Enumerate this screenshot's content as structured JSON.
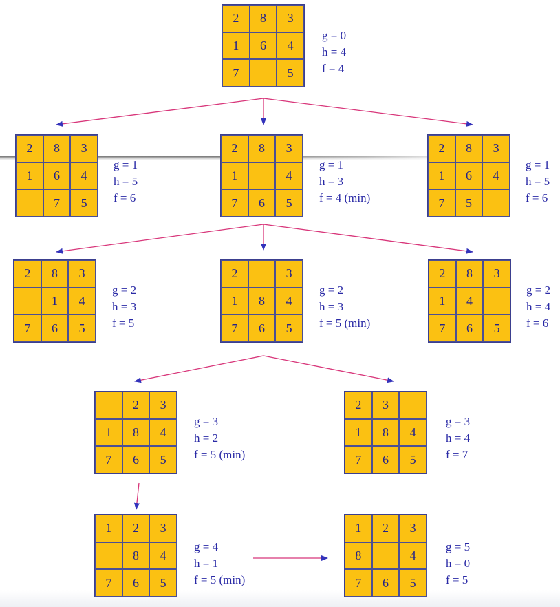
{
  "colors": {
    "tile": "#fbc112",
    "grid_line": "#4b4f95",
    "text": "#2a2aa6",
    "arrow_line": "#d8367a",
    "arrow_head": "#3333bb"
  },
  "states": [
    {
      "id": "s0",
      "tiles": [
        "2",
        "8",
        "3",
        "1",
        "6",
        "4",
        "7",
        "",
        "5"
      ],
      "g": "g = 0",
      "h": "h = 4",
      "f": "f = 4"
    },
    {
      "id": "s1a",
      "tiles": [
        "2",
        "8",
        "3",
        "1",
        "6",
        "4",
        "",
        "7",
        "5"
      ],
      "g": "g = 1",
      "h": "h = 5",
      "f": "f = 6"
    },
    {
      "id": "s1b",
      "tiles": [
        "2",
        "8",
        "3",
        "1",
        "",
        "4",
        "7",
        "6",
        "5"
      ],
      "g": "g = 1",
      "h": "h = 3",
      "f": "f = 4 (min)"
    },
    {
      "id": "s1c",
      "tiles": [
        "2",
        "8",
        "3",
        "1",
        "6",
        "4",
        "7",
        "5",
        ""
      ],
      "g": "g = 1",
      "h": "h = 5",
      "f": "f = 6"
    },
    {
      "id": "s2a",
      "tiles": [
        "2",
        "8",
        "3",
        "",
        "1",
        "4",
        "7",
        "6",
        "5"
      ],
      "g": "g = 2",
      "h": "h = 3",
      "f": "f = 5"
    },
    {
      "id": "s2b",
      "tiles": [
        "2",
        "",
        "3",
        "1",
        "8",
        "4",
        "7",
        "6",
        "5"
      ],
      "g": "g = 2",
      "h": "h = 3",
      "f": "f = 5 (min)"
    },
    {
      "id": "s2c",
      "tiles": [
        "2",
        "8",
        "3",
        "1",
        "4",
        "",
        "7",
        "6",
        "5"
      ],
      "g": "g = 2",
      "h": "h = 4",
      "f": "f = 6"
    },
    {
      "id": "s3a",
      "tiles": [
        "",
        "2",
        "3",
        "1",
        "8",
        "4",
        "7",
        "6",
        "5"
      ],
      "g": "g = 3",
      "h": "h = 2",
      "f": "f = 5 (min)"
    },
    {
      "id": "s3b",
      "tiles": [
        "2",
        "3",
        "",
        "1",
        "8",
        "4",
        "7",
        "6",
        "5"
      ],
      "g": "g = 3",
      "h": "h = 4",
      "f": "f = 7"
    },
    {
      "id": "s4",
      "tiles": [
        "1",
        "2",
        "3",
        "",
        "8",
        "4",
        "7",
        "6",
        "5"
      ],
      "g": "g = 4",
      "h": "h = 1",
      "f": "f = 5 (min)"
    },
    {
      "id": "s5",
      "tiles": [
        "1",
        "2",
        "3",
        "8",
        "",
        "4",
        "7",
        "6",
        "5"
      ],
      "g": "g = 5",
      "h": "h = 0",
      "f": "f = 5"
    }
  ]
}
